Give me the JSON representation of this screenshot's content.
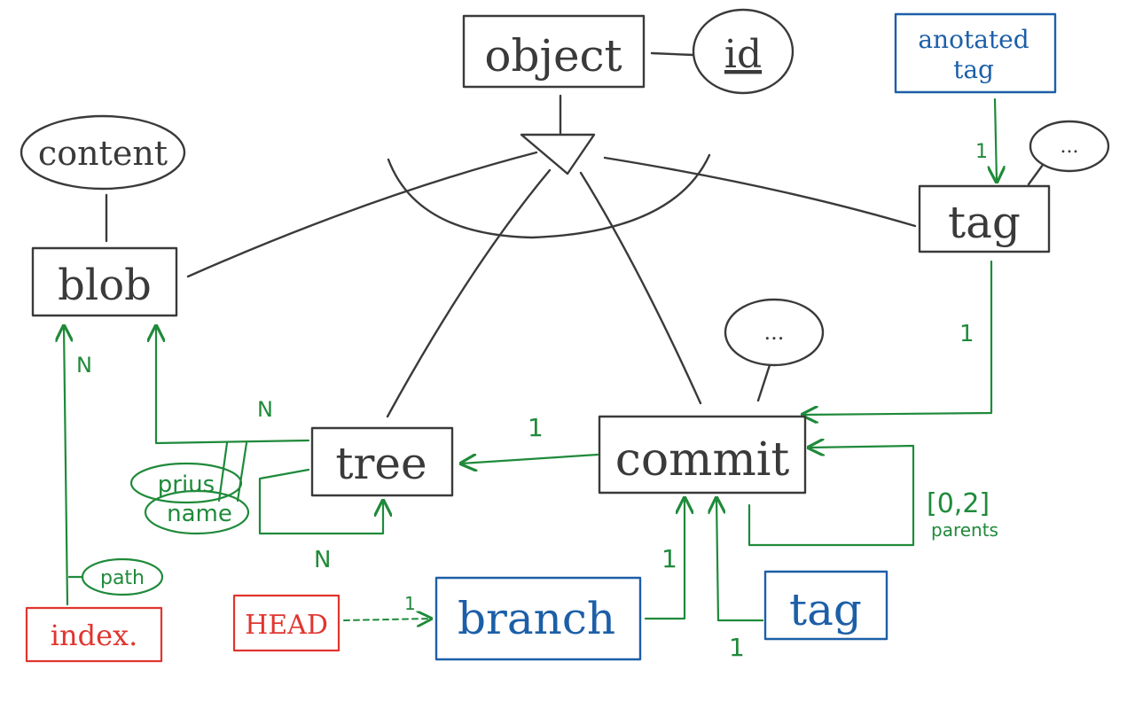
{
  "colors": {
    "dark": "#3a3a3a",
    "green": "#1f8a3a",
    "blue": "#1c5fa8",
    "red": "#e0352f"
  },
  "nodes": {
    "object": "object",
    "id": "id",
    "annotated_tag": [
      "anotated",
      "tag"
    ],
    "ellipsis_tag": "...",
    "tag_top": "tag",
    "content": "content",
    "blob": "blob",
    "ellipsis_commit": "...",
    "tree": "tree",
    "commit": "commit",
    "prius": "prius",
    "name": "name",
    "path": "path",
    "index": "index.",
    "head": "HEAD",
    "branch": "branch",
    "tag_bottom": "tag"
  },
  "labels": {
    "one_annotated": "1",
    "one_tag_commit": "1",
    "n_blob_tree": "N",
    "n_index_blob": "N",
    "one_commit_tree": "1",
    "parents_range": "[0,2]",
    "parents": "parents",
    "n_tree_self": "N",
    "one_head": "1",
    "one_branch": "1",
    "one_tag_bottom": "1"
  }
}
